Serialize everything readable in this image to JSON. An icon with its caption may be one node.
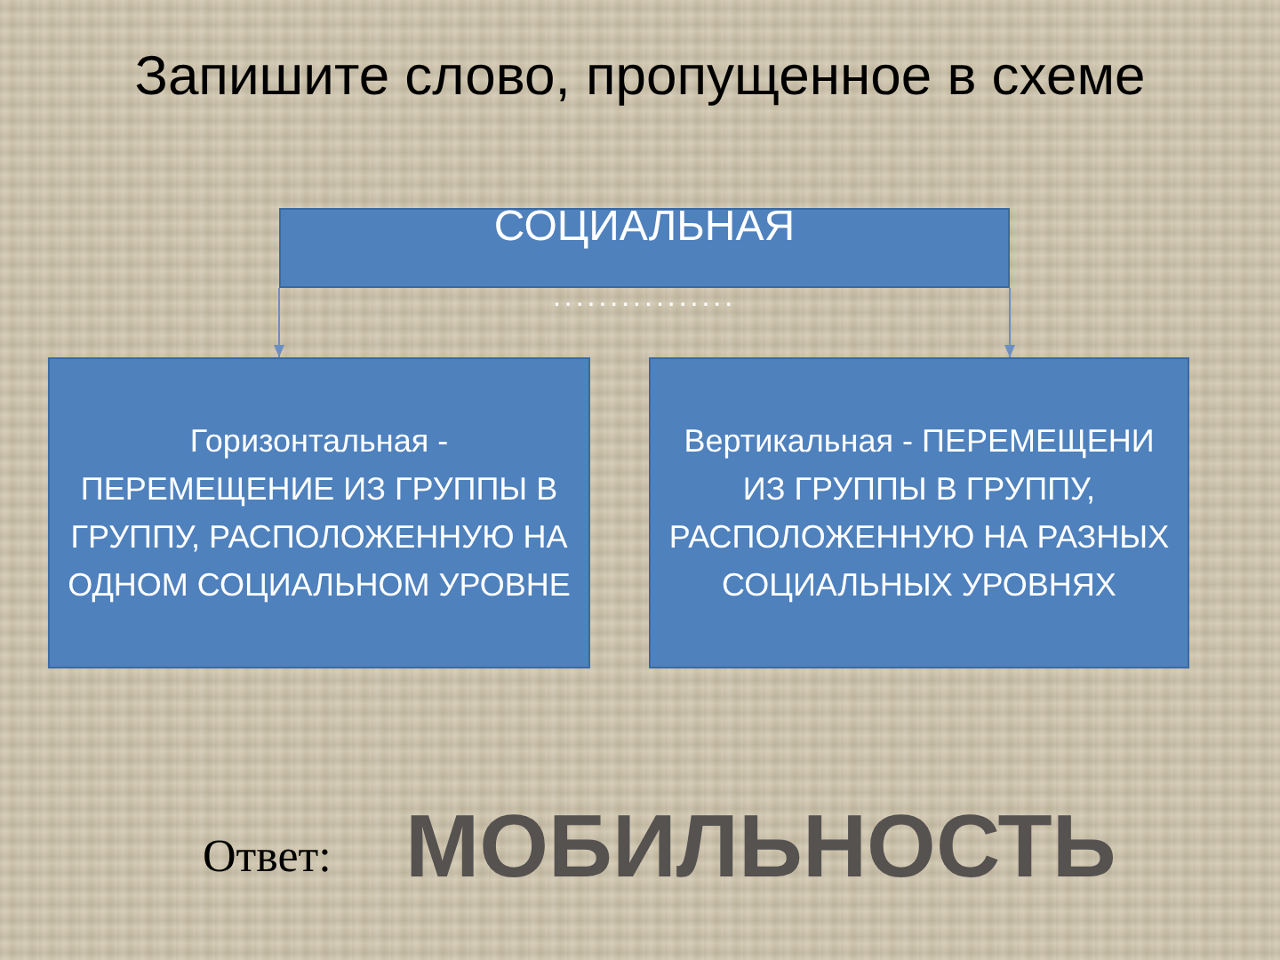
{
  "diagram": {
    "title": "Запишите слово, пропущенное в схеме",
    "nodes": [
      {
        "text": [
          "СОЦИАЛЬНАЯ"
        ],
        "beside": [
          "................"
        ]
      },
      {
        "text": [
          "Горизонтальная - ПЕРЕМЕЩЕНИЕ ИЗ ГРУППЫ В ГРУППУ, РАСПОЛОЖЕННУЮ НА ОДНОМ СОЦИАЛЬНОМ УРОВНЕ"
        ]
      },
      {
        "text": [
          "Вертикальная - ПЕРЕМЕЩЕНИ ИЗ ГРУППЫ В ГРУППУ, РАСПОЛОЖЕННУЮ НА РАЗНЫХ СОЦИАЛЬНЫХ УРОВНЯХ"
        ]
      }
    ],
    "edges": [
      {
        "from": 0,
        "to": 1,
        "arrow": "to"
      },
      {
        "from": 0,
        "to": 2,
        "arrow": "to"
      }
    ],
    "labels": [
      "Ответ:",
      "МОБИЛЬНОСТЬ"
    ]
  }
}
